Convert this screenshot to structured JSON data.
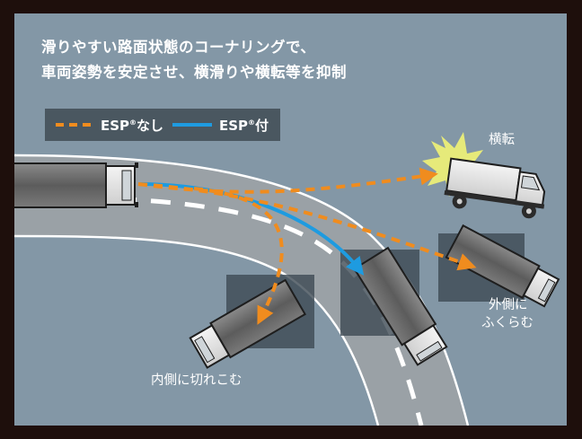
{
  "heading": {
    "line1": "滑りやすい路面状態のコーナリングで、",
    "line2": "車両姿勢を安定させ、横滑りや横転等を抑制"
  },
  "legend": {
    "without": {
      "prefix": "ESP",
      "mark": "®",
      "suffix": "なし",
      "color": "#f08c1e"
    },
    "with": {
      "prefix": "ESP",
      "mark": "®",
      "suffix": "付",
      "color": "#1e9be0"
    }
  },
  "labels": {
    "rollover": "横転",
    "outside_line1": "外側に",
    "outside_line2": "ふくらむ",
    "inside": "内側に切れこむ"
  },
  "colors": {
    "frame": "#1e0f0c",
    "panel": "#8397a6",
    "road": "#9aa1a6",
    "lane_marking": "#ffffff",
    "truck_body": "#6e6e6e",
    "cab": "#f2f2f2",
    "shadow": "#3d4a54",
    "burst": "#e6ea7a"
  }
}
